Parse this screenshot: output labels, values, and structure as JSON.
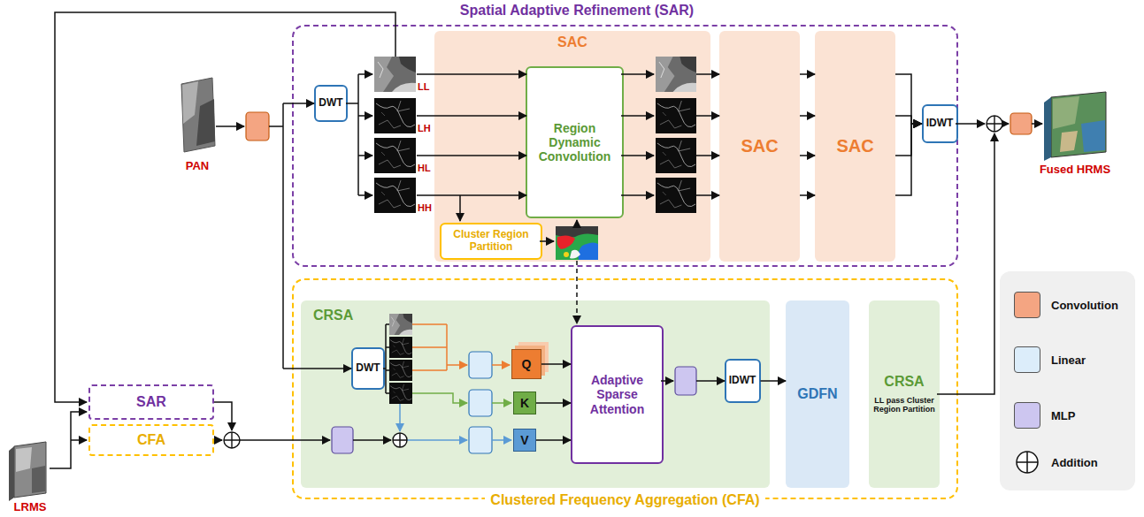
{
  "diagram": {
    "nodes": [
      {
        "text": [
          "Spatial Adaptive Refinement (SAR)"
        ]
      },
      {
        "text": [
          "DWT"
        ],
        "in": 0
      },
      {
        "text": [
          "SAC"
        ],
        "in": 0
      },
      {
        "text": [
          "Region Dynamic Convolution"
        ],
        "in": 2
      },
      {
        "text": [
          "Cluster Region Partition"
        ],
        "in": 2
      },
      {
        "text": [
          "SAC"
        ],
        "in": 0
      },
      {
        "text": [
          "SAC"
        ],
        "in": 0
      },
      {
        "text": [
          "IDWT"
        ],
        "in": 0
      },
      {
        "text": [
          "Clustered Frequency Aggregation (CFA)"
        ]
      },
      {
        "text": [
          "CRSA"
        ],
        "in": 8
      },
      {
        "text": [
          "DWT"
        ],
        "in": 9
      },
      {
        "text": [
          "Q"
        ],
        "in": 9
      },
      {
        "text": [
          "K"
        ],
        "in": 9
      },
      {
        "text": [
          "V"
        ],
        "in": 9
      },
      {
        "text": [
          "Adaptive Sparse Attention"
        ],
        "in": 9
      },
      {
        "text": [
          "IDWT"
        ],
        "in": 9
      },
      {
        "text": [
          "GDFN"
        ],
        "in": 8
      },
      {
        "text": [
          "CRSA",
          "LL pass Cluster Region Partition"
        ],
        "in": 8
      },
      {
        "text": [
          "SAR"
        ]
      },
      {
        "text": [
          "CFA"
        ]
      }
    ],
    "edges": [
      {
        "from": 2,
        "to": 5,
        "arrow": "to"
      },
      {
        "from": 2,
        "to": 5,
        "arrow": "to"
      },
      {
        "from": 2,
        "to": 5,
        "arrow": "to"
      },
      {
        "from": 2,
        "to": 5,
        "arrow": "to"
      },
      {
        "from": 5,
        "to": 6,
        "arrow": "to"
      },
      {
        "from": 5,
        "to": 6,
        "arrow": "to"
      },
      {
        "from": 5,
        "to": 6,
        "arrow": "to"
      },
      {
        "from": 5,
        "to": 6,
        "arrow": "to"
      },
      {
        "from": 6,
        "to": 7,
        "arrow": "to"
      },
      {
        "from": 6,
        "to": 7,
        "arrow": "to"
      },
      {
        "from": 6,
        "to": 7,
        "arrow": "to"
      },
      {
        "from": 6,
        "to": 7,
        "arrow": "to"
      },
      {
        "from": 11,
        "to": 14,
        "arrow": "to"
      },
      {
        "from": 12,
        "to": 14,
        "arrow": "to"
      },
      {
        "from": 13,
        "to": 14,
        "arrow": "to"
      },
      {
        "from": 15,
        "to": 16,
        "arrow": "to"
      }
    ],
    "labels": [
      "PAN",
      "LL",
      "LH",
      "HL",
      "HH",
      "Fused HRMS",
      "LRMS"
    ],
    "legend": [
      {
        "text": "Convolution",
        "color": "#f4a582"
      },
      {
        "text": "Linear",
        "color": "#dcedfa"
      },
      {
        "text": "MLP",
        "color": "#cdc6f0"
      },
      {
        "text": "Addition"
      }
    ]
  }
}
